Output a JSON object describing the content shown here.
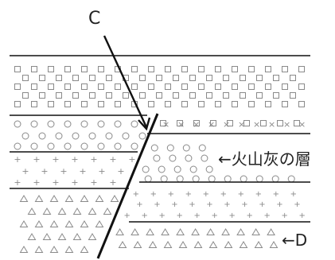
{
  "labels": {
    "c": "C",
    "ash_layer": "←火山灰の層",
    "d": "←D"
  },
  "colors": {
    "line": "#111111",
    "pattern": "#8a8a8a",
    "text": "#222222"
  }
}
